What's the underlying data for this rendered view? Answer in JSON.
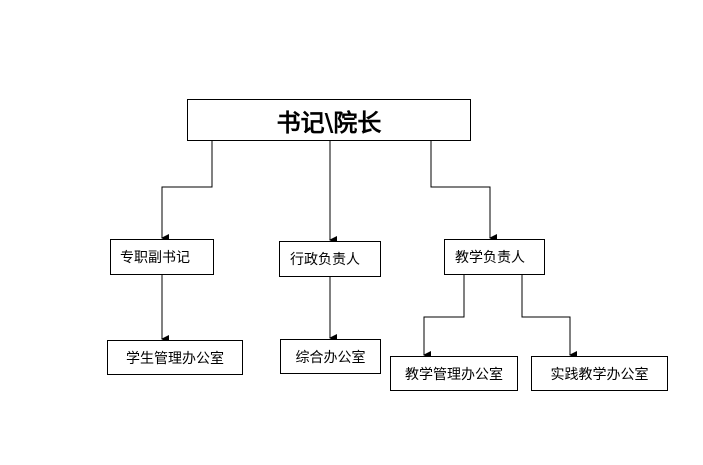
{
  "diagram": {
    "root": {
      "label": "书记\\院长"
    },
    "level2": [
      {
        "label": "专职副书记"
      },
      {
        "label": "行政负责人"
      },
      {
        "label": "教学负责人"
      }
    ],
    "level3": [
      {
        "label": "学生管理办公室"
      },
      {
        "label": "综合办公室"
      },
      {
        "label": "教学管理办公室"
      },
      {
        "label": "实践教学办公室"
      }
    ],
    "colors": {
      "line": "#000000",
      "box_border": "#000000",
      "background": "#ffffff",
      "text": "#000000"
    }
  }
}
